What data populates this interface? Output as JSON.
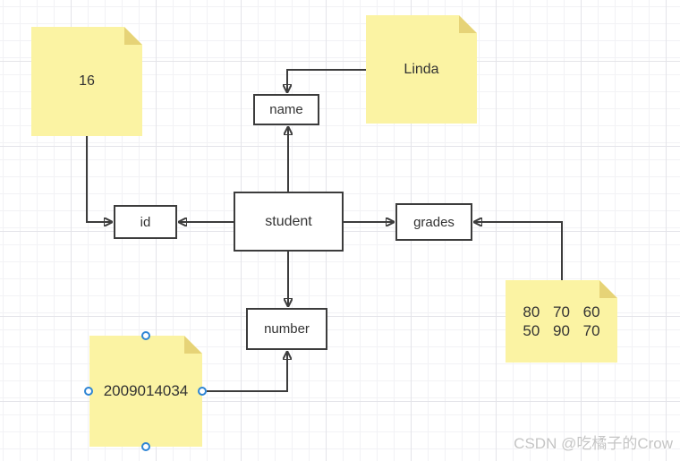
{
  "diagram": {
    "boxes": {
      "student": "student",
      "name": "name",
      "id": "id",
      "grades": "grades",
      "number": "number"
    },
    "notes": {
      "id_value": "16",
      "name_value": "Linda",
      "grades_values_line1": "80 70 60",
      "grades_values_line2": "50 90 70",
      "number_value": "2009014034"
    },
    "colors": {
      "note_fill": "#fbf3a3",
      "note_fold": "#e6d377",
      "line": "#3c3c3c",
      "box_border": "#3c3c3c",
      "handle_ring": "#2e85d4",
      "grid_minor": "#f2f2f5",
      "grid_major": "#e4e4e9"
    }
  },
  "watermark": "CSDN @吃橘子的Crow"
}
